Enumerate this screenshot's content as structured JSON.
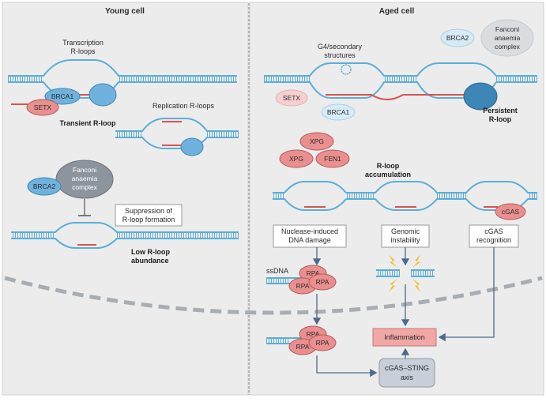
{
  "panels": {
    "young_title": "Young cell",
    "aged_title": "Aged cell"
  },
  "young": {
    "transcription_line1": "Transcription",
    "transcription_line2": "R-loops",
    "brca1": "BRCA1",
    "setx": "SETX",
    "transient": "Transient R-loop",
    "replication": "Replication R-loops",
    "brca2": "BRCA2",
    "fanconi_line1": "Fanconi",
    "fanconi_line2": "anaemia",
    "fanconi_line3": "complex",
    "suppression_line1": "Suppression of",
    "suppression_line2": "R-loop formation",
    "low_line1": "Low R-loop",
    "low_line2": "abundance"
  },
  "aged": {
    "g4_line1": "G4/secondary",
    "g4_line2": "structures",
    "brca2": "BRCA2",
    "fanconi_line1": "Fanconi",
    "fanconi_line2": "anaemia",
    "fanconi_line3": "complex",
    "setx": "SETX",
    "brca1": "BRCA1",
    "persistent_line1": "Persistent",
    "persistent_line2": "R-loop",
    "xpg_top": "XPG",
    "xpg_left": "XPG",
    "fen1": "FEN1",
    "accumulation_line1": "R-loop",
    "accumulation_line2": "accumulation",
    "cgas": "cGAS",
    "damage_line1": "Nuclease-induced",
    "damage_line2": "DNA damage",
    "instability_line1": "Genomic",
    "instability_line2": "instability",
    "recognition_line1": "cGAS",
    "recognition_line2": "recognition",
    "ssdna": "ssDNA",
    "rpa": "RPA",
    "inflammation": "Inflammation",
    "sting_line1": "cGAS–STING",
    "sting_line2": "axis"
  },
  "colors": {
    "dna_blue": "#5aaed8",
    "rna_red": "#d9534f",
    "protein_blue": "#6fb2de",
    "protein_red": "#e98f8f",
    "grey_complex": "#8c959e",
    "inflammation_fill": "#f2a7a7",
    "sting_fill": "#c8cfd8",
    "background_grey": "#ececec"
  }
}
